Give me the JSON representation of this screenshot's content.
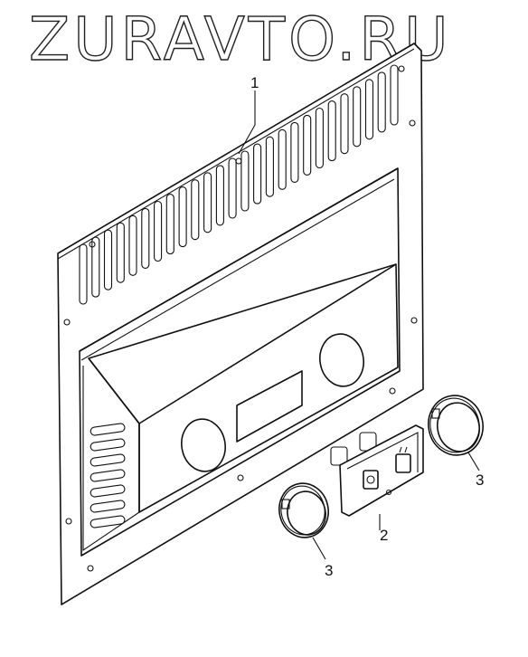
{
  "watermark": "ZURAVTO.RU",
  "callouts": {
    "panel": "1",
    "switch_block": "2",
    "bezel_right": "3",
    "bezel_left": "3"
  }
}
